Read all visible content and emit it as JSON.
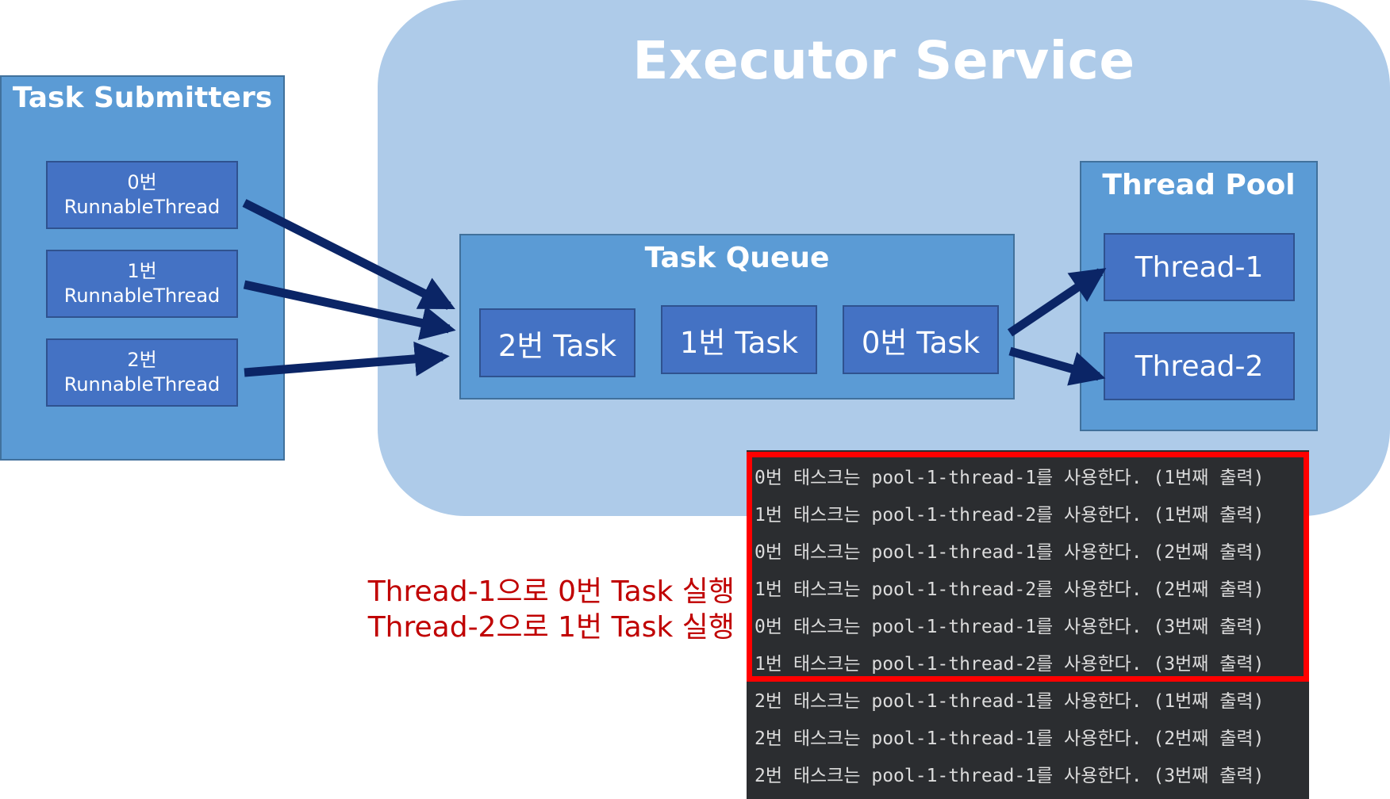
{
  "executor": {
    "title": "Executor Service"
  },
  "submitters": {
    "title": "Task Submitters",
    "items": [
      {
        "num": "0번",
        "label": "RunnableThread"
      },
      {
        "num": "1번",
        "label": "RunnableThread"
      },
      {
        "num": "2번",
        "label": "RunnableThread"
      }
    ]
  },
  "queue": {
    "title": "Task Queue",
    "tasks": [
      "2번 Task",
      "1번 Task",
      "0번 Task"
    ]
  },
  "pool": {
    "title": "Thread Pool",
    "threads": [
      "Thread-1",
      "Thread-2"
    ]
  },
  "console": {
    "lines": [
      "0번 태스크는 pool-1-thread-1를 사용한다. (1번째 출력)",
      "1번 태스크는 pool-1-thread-2를 사용한다. (1번째 출력)",
      "0번 태스크는 pool-1-thread-1를 사용한다. (2번째 출력)",
      "1번 태스크는 pool-1-thread-2를 사용한다. (2번째 출력)",
      "0번 태스크는 pool-1-thread-1를 사용한다. (3번째 출력)",
      "1번 태스크는 pool-1-thread-2를 사용한다. (3번째 출력)",
      "2번 태스크는 pool-1-thread-1를 사용한다. (1번째 출력)",
      "2번 태스크는 pool-1-thread-1를 사용한다. (2번째 출력)",
      "2번 태스크는 pool-1-thread-1를 사용한다. (3번째 출력)"
    ]
  },
  "annotation": {
    "line1": "Thread-1으로 0번 Task 실행",
    "line2": "Thread-2으로 1번 Task 실행"
  },
  "colors": {
    "arrow": "#0b2566",
    "highlight": "#ff0000",
    "annotation": "#c00000"
  }
}
